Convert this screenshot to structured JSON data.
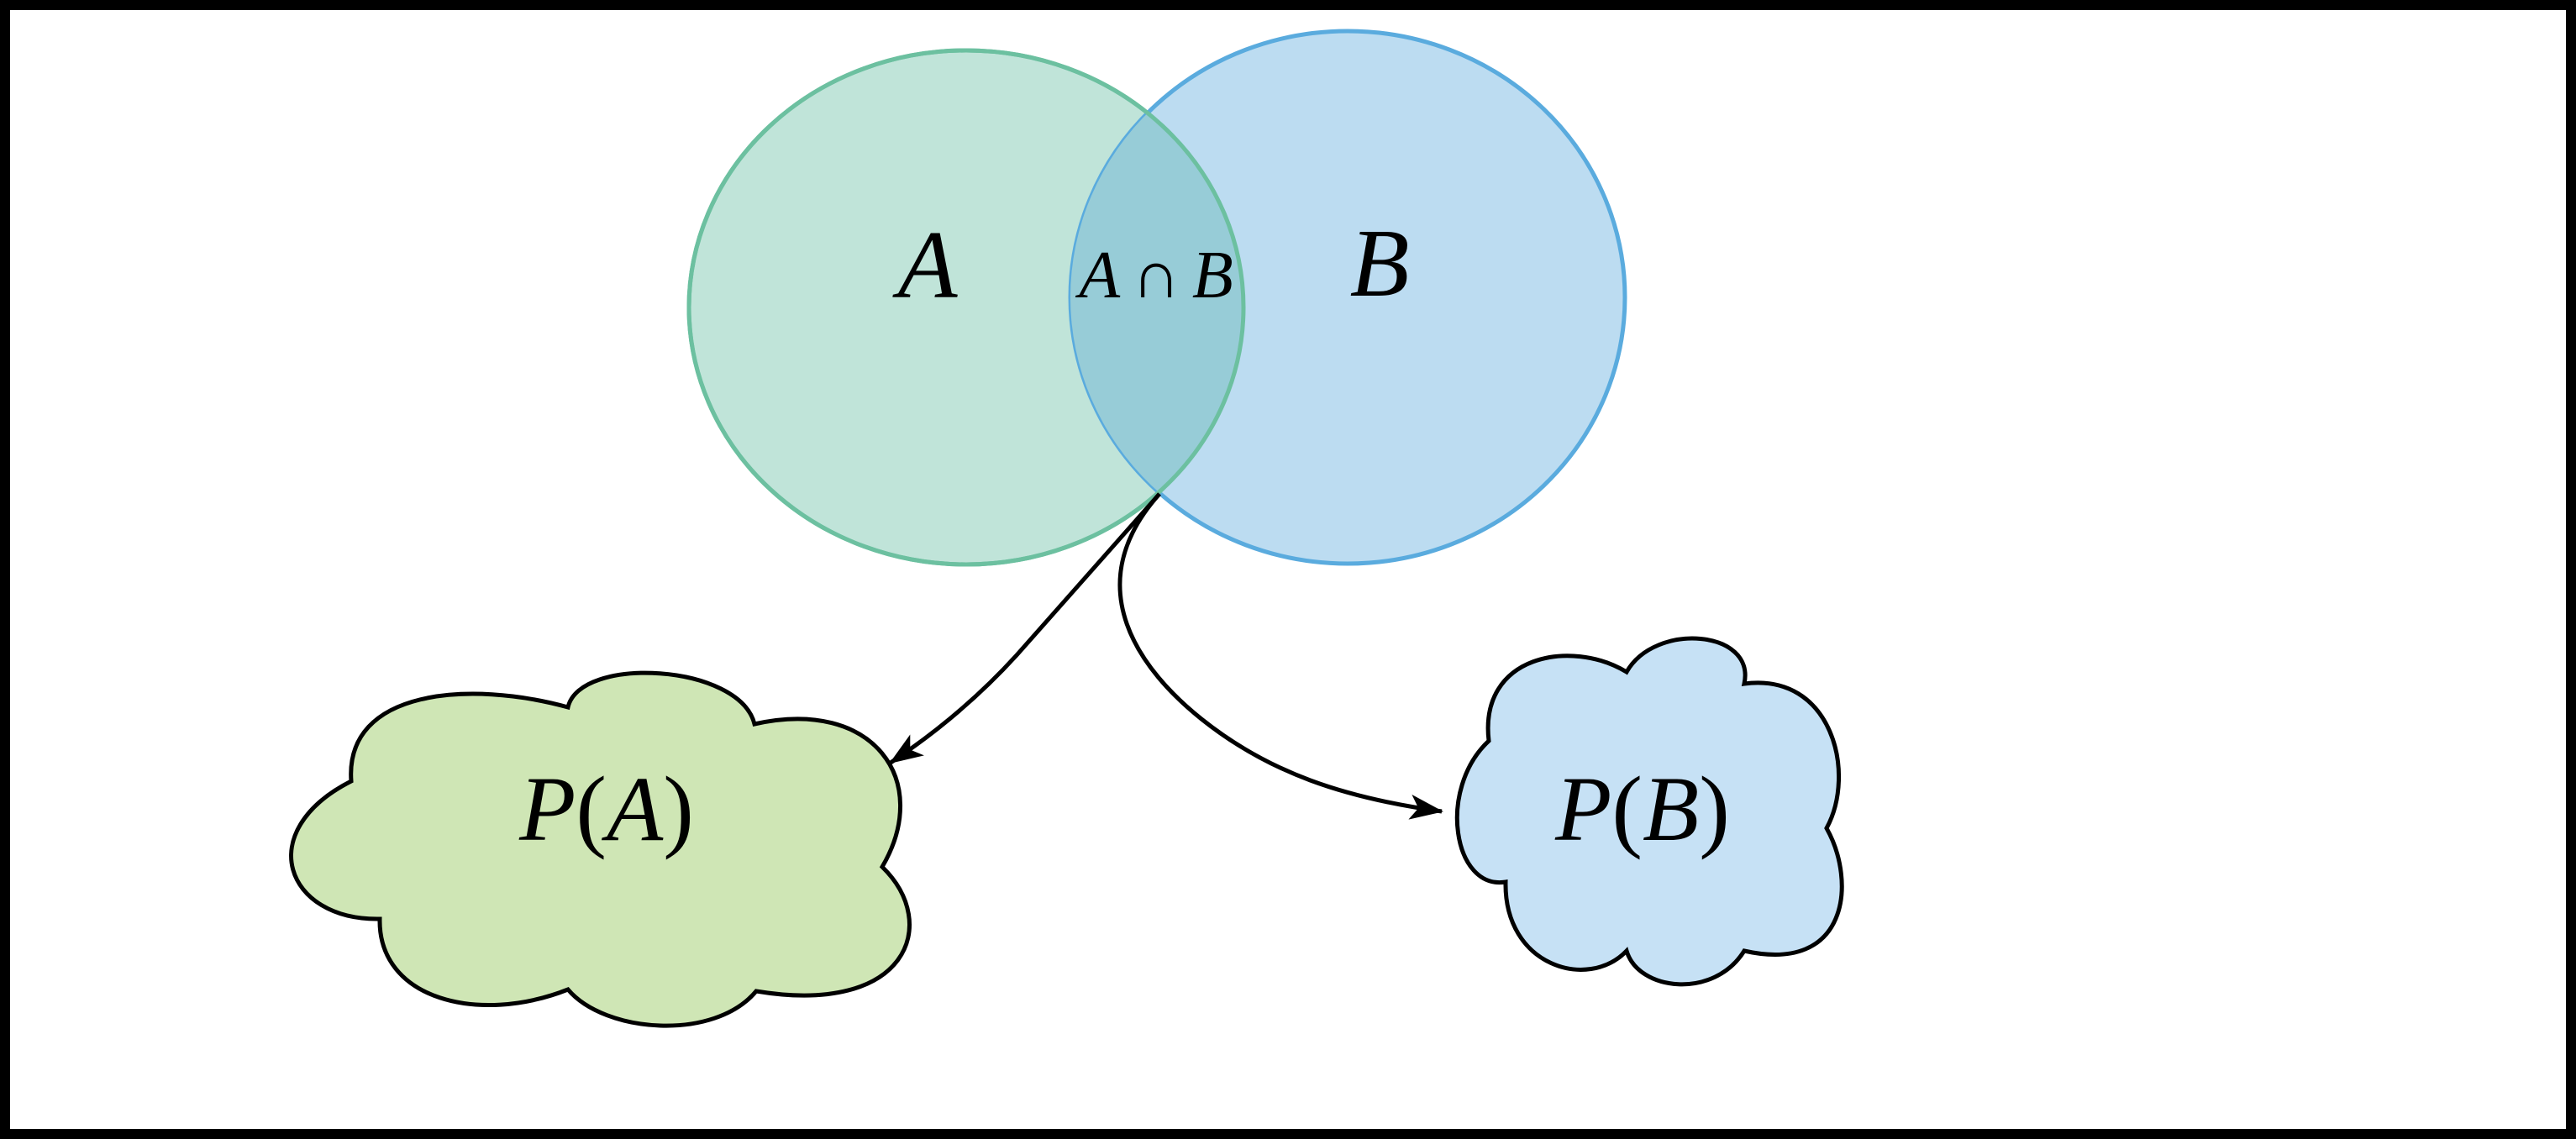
{
  "diagram": {
    "sets": [
      {
        "label": "A",
        "fill": "#c0e4d9",
        "stroke": "#6cc0a0"
      },
      {
        "label": "B",
        "fill": "#bcdcf1",
        "stroke": "#5aabde"
      }
    ],
    "intersection": {
      "left": "A",
      "operator": "∩",
      "right": "B",
      "fill": "#97ccd7"
    },
    "clouds": [
      {
        "function": "P",
        "open": "(",
        "argument": "A",
        "close": ")",
        "fill": "#cfe6b5"
      },
      {
        "function": "P",
        "open": "(",
        "argument": "B",
        "close": ")",
        "fill": "#c6e1f5"
      }
    ],
    "border_color": "#000000",
    "arrow_color": "#000000"
  }
}
